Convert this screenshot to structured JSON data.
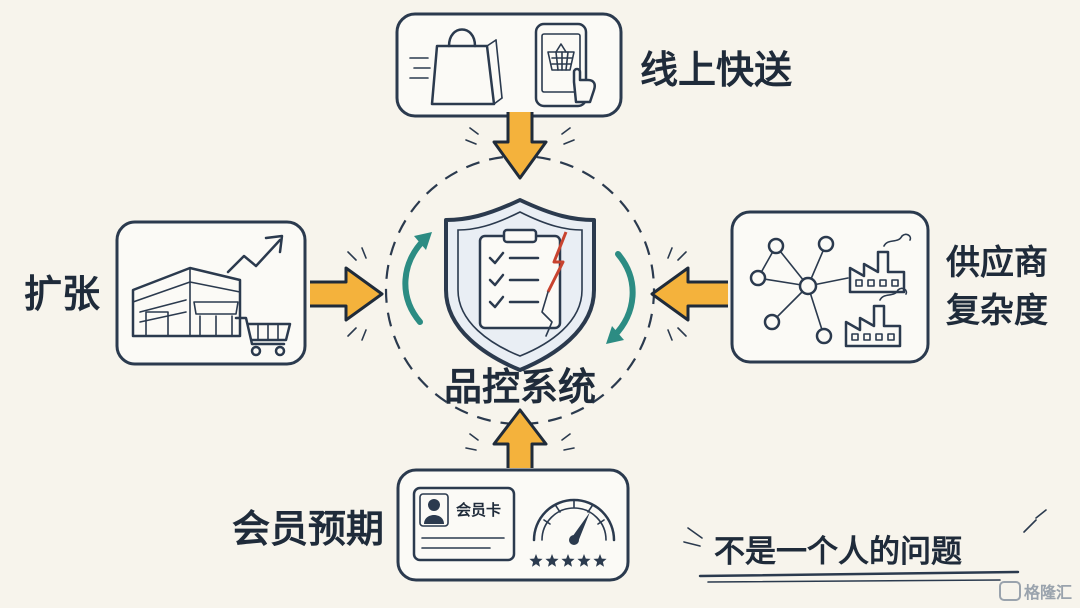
{
  "center": {
    "title": "品控系统"
  },
  "nodes": {
    "top": {
      "label": "线上快送"
    },
    "left": {
      "label": "扩张"
    },
    "right": {
      "label": "供应商\n复杂度",
      "line1": "供应商",
      "line2": "复杂度"
    },
    "bottom": {
      "label": "会员预期",
      "card_text": "会员卡"
    }
  },
  "tagline": "不是一个人的问题",
  "watermark": "格隆汇",
  "colors": {
    "ink": "#2b3a4e",
    "accent_orange": "#f4b23c",
    "accent_teal": "#2c8c83",
    "accent_red": "#c8432f",
    "background": "#f7f4ec"
  }
}
